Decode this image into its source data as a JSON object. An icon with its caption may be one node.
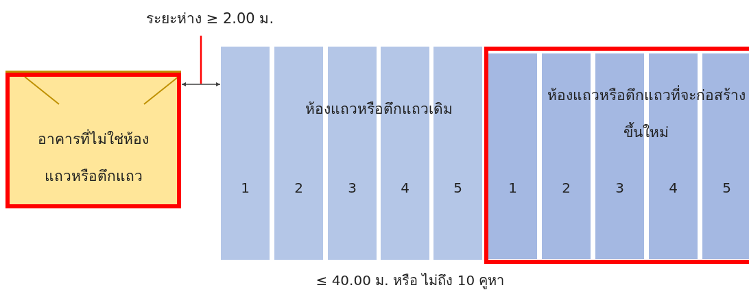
{
  "diagram": {
    "nodes": [
      {
        "text": [
          "อาคารที่ไม่ใช่ห้องแถวหรือตึกแถว"
        ]
      },
      {
        "text": [
          "ห้องแถวหรือตึกแถวเดิม"
        ]
      },
      {
        "text": [
          "1"
        ],
        "in": 1
      },
      {
        "text": [
          "2"
        ],
        "in": 1
      },
      {
        "text": [
          "3"
        ],
        "in": 1
      },
      {
        "text": [
          "4"
        ],
        "in": 1
      },
      {
        "text": [
          "5"
        ],
        "in": 1
      },
      {
        "text": [
          "ห้องแถวหรือตึกแถวที่จะก่อสร้างขึ้นใหม่"
        ]
      },
      {
        "text": [
          "1"
        ],
        "in": 7
      },
      {
        "text": [
          "2"
        ],
        "in": 7
      },
      {
        "text": [
          "3"
        ],
        "in": 7
      },
      {
        "text": [
          "4"
        ],
        "in": 7
      },
      {
        "text": [
          "5"
        ],
        "in": 7
      }
    ],
    "edges": [
      {
        "from": 0,
        "to": 2,
        "arrow": "both",
        "label": "ระยะห่าง ≥ 2.00 ม."
      }
    ],
    "labels": [
      "≤ 40.00 ม. หรือ ไม่ถึง 10 คูหา"
    ]
  }
}
